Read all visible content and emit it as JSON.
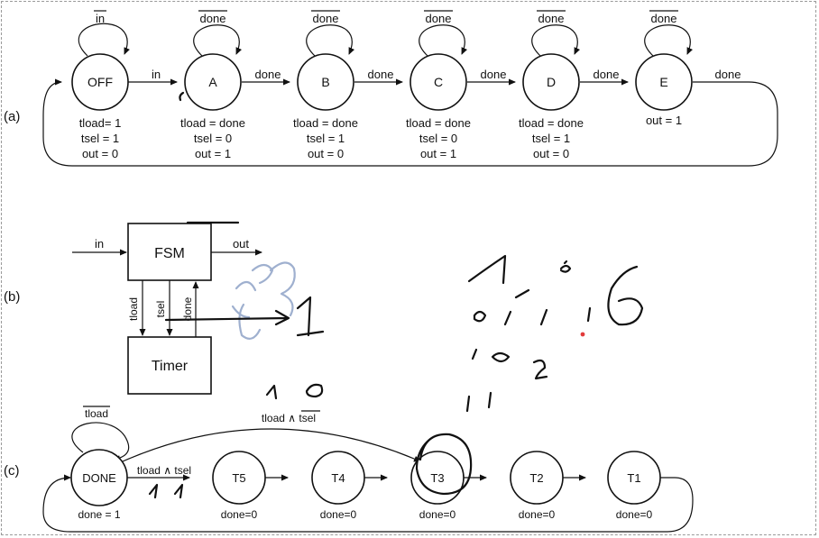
{
  "panels": {
    "a": "(a)",
    "b": "(b)",
    "c": "(c)"
  },
  "fsm_a": {
    "states": [
      {
        "name": "OFF",
        "outputs": [
          "tload= 1",
          "tsel = 1",
          "out = 0"
        ]
      },
      {
        "name": "A",
        "outputs": [
          "tload = done",
          "tsel = 0",
          "out = 1"
        ]
      },
      {
        "name": "B",
        "outputs": [
          "tload = done",
          "tsel = 1",
          "out = 0"
        ]
      },
      {
        "name": "C",
        "outputs": [
          "tload = done",
          "tsel = 0",
          "out = 1"
        ]
      },
      {
        "name": "D",
        "outputs": [
          "tload = done",
          "tsel = 1",
          "out = 0"
        ]
      },
      {
        "name": "E",
        "outputs": [
          "out = 1"
        ]
      }
    ],
    "self_loops": [
      "in",
      "done",
      "done",
      "done",
      "done",
      "done"
    ],
    "transitions": [
      "in",
      "done",
      "done",
      "done",
      "done",
      "done"
    ]
  },
  "block": {
    "fsm_label": "FSM",
    "timer_label": "Timer",
    "input": "in",
    "output": "out",
    "signals": [
      "tload",
      "tsel",
      "done"
    ]
  },
  "timer_fsm": {
    "states": [
      {
        "name": "DONE",
        "output": "done = 1"
      },
      {
        "name": "T5",
        "output": "done=0"
      },
      {
        "name": "T4",
        "output": "done=0"
      },
      {
        "name": "T3",
        "output": "done=0"
      },
      {
        "name": "T2",
        "output": "done=0"
      },
      {
        "name": "T1",
        "output": "done=0"
      }
    ],
    "self_loop": "tload",
    "edge_t5": "tload ∧ tsel",
    "edge_t3_prefix": "tload ∧ ",
    "edge_t3_bar": "tsel"
  },
  "handwriting": {
    "above_t3_edge": [
      "1",
      "0"
    ],
    "below_t5_edge": [
      "1",
      "1"
    ],
    "arrow_target": "1",
    "scribbles": [
      "1",
      "0",
      "1",
      "1",
      "!",
      "6",
      "1",
      "0",
      "2",
      "1",
      "1"
    ]
  }
}
